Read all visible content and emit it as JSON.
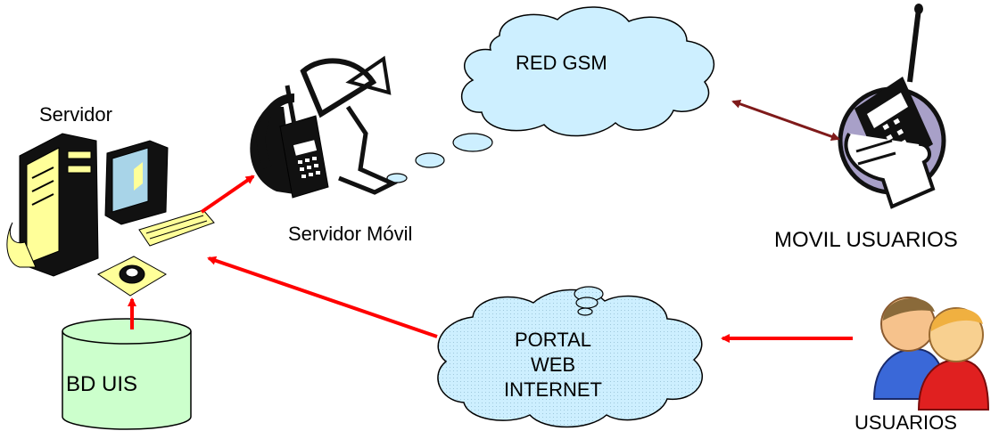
{
  "labels": {
    "servidor": "Servidor",
    "servidor_movil": "Servidor Móvil",
    "red_gsm": "RED GSM",
    "movil_usuarios": "MOVIL USUARIOS",
    "usuarios": "USUARIOS",
    "bd": "BD UIS",
    "portal_line1": "PORTAL",
    "portal_line2": "WEB",
    "portal_line3": "INTERNET"
  },
  "colors": {
    "arrow_red": "#ff0000",
    "arrow_dark_red": "#7f1a1a",
    "cloud_fill": "#cdefff",
    "cylinder_fill": "#ccffcc",
    "computer_yellow": "#ffff99",
    "phone_purple": "#a8a0c8"
  },
  "icons": {
    "server": "server-computer-icon",
    "mobile_server": "satellite-phone-icon",
    "mobile_user": "hand-phone-icon",
    "users": "users-group-icon",
    "database": "database-cylinder-icon"
  }
}
